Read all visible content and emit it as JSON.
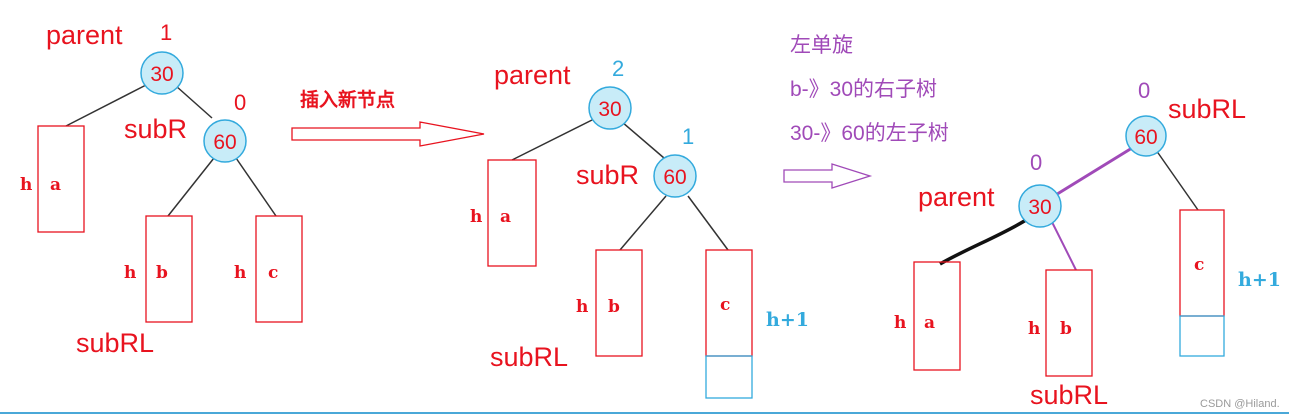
{
  "colors": {
    "label_red": "#e8131f",
    "balance_blue": "#33aadd",
    "purple": "#a04ab8",
    "node_fill": "#c8ecf8"
  },
  "step1": {
    "parent_label": "parent",
    "parent_bf": "1",
    "node30": "30",
    "subR_label": "subR",
    "subR_bf": "0",
    "node60": "60",
    "h_a": "h",
    "a": "a",
    "h_b": "h",
    "b": "b",
    "h_c": "h",
    "c": "c",
    "subRL_label": "subRL"
  },
  "arrow1_text": "插入新节点",
  "step2": {
    "parent_label": "parent",
    "parent_bf": "2",
    "node30": "30",
    "subR_label": "subR",
    "subR_bf": "1",
    "node60": "60",
    "h_a": "h",
    "a": "a",
    "h_b": "h",
    "b": "b",
    "c": "c",
    "h_plus_1": "h+1",
    "subRL_label": "subRL"
  },
  "rotation_note": {
    "line1": "左单旋",
    "line2": "b-》30的右子树",
    "line3": "30-》60的左子树"
  },
  "step3": {
    "top_bf": "0",
    "node60": "60",
    "subRL_top_label": "subRL",
    "parent_label": "parent",
    "parent_bf": "0",
    "node30": "30",
    "h_a": "h",
    "a": "a",
    "h_b": "h",
    "b": "b",
    "c": "c",
    "h_plus_1": "h+1",
    "subRL_bottom_label": "subRL"
  },
  "watermark": "CSDN @Hiland."
}
